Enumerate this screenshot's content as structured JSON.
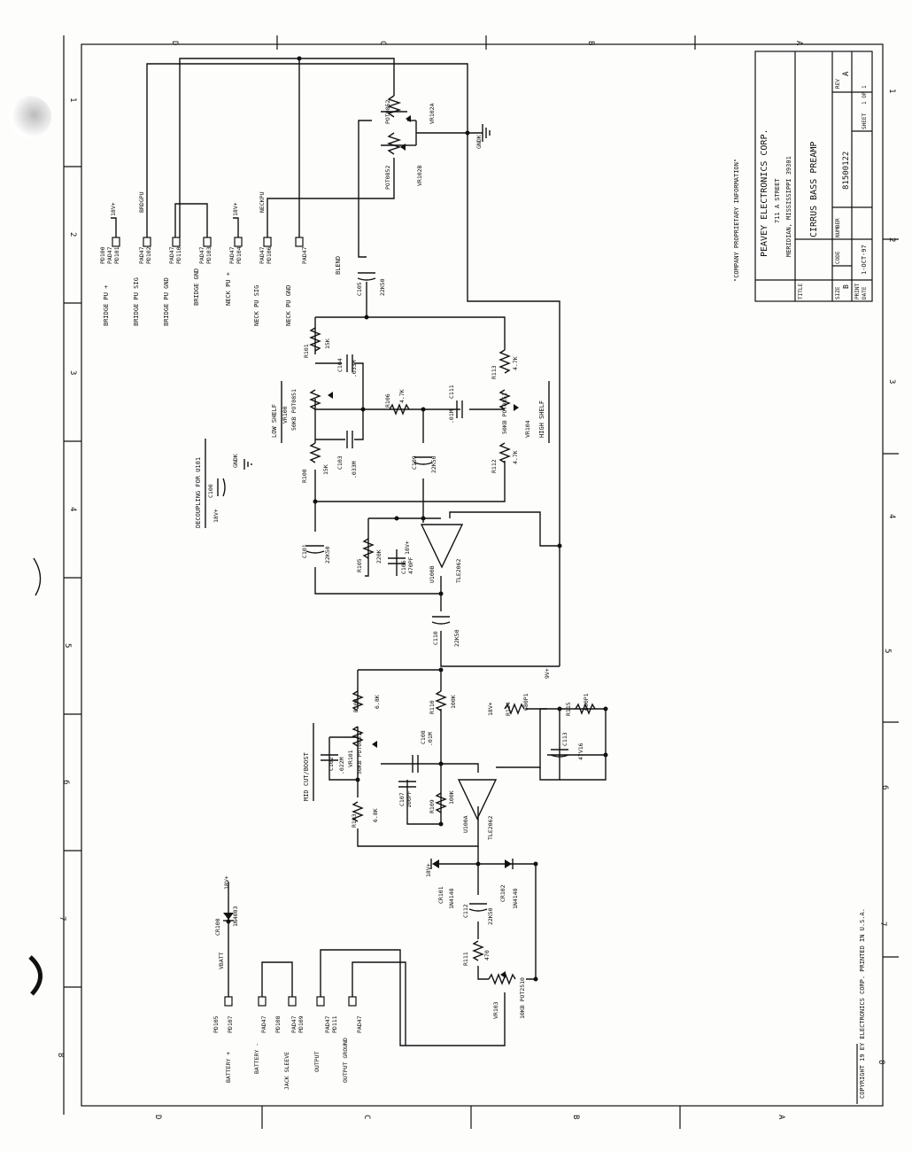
{
  "title_block": {
    "proprietary": "\"COMPANY PROPRIETARY INFORMATION\"",
    "company": "PEAVEY ELECTRONICS CORP.",
    "street": "711 A STREET",
    "city": "MERIDIAN, MISSISSIPPI 39301",
    "title_label": "TITLE",
    "title": "CIRRUS BASS PREAMP",
    "size_label": "SIZE",
    "size": "B",
    "code_label": "CODE",
    "number_label": "NUMBER",
    "number": "81500122",
    "rev_label": "REV",
    "rev": "A",
    "print_label": "PRINT",
    "date_label": "DATE",
    "date": "1-OCT-97",
    "sheet_label": "SHEET",
    "sheet": "1 OF 1",
    "copyright": "COPYRIGHT 19  EY ELECTRONICS CORP. PRINTED IN U.S.A."
  },
  "border": {
    "top_letters": [
      "D",
      "C",
      "B",
      "A"
    ],
    "left_numbers": [
      "1",
      "2",
      "3",
      "4",
      "5",
      "6",
      "7",
      "8"
    ]
  },
  "connectors": [
    {
      "id": "PD100",
      "type": "PAD47",
      "pin": "PD101",
      "net": "18V+",
      "label": "BRIDGE PU +"
    },
    {
      "id": "PAD47",
      "type": "PAD47",
      "pin": "PD102",
      "net": "BRDGPU",
      "label": "BRIDGE PU SIG"
    },
    {
      "id": "PAD47",
      "type": "PAD47",
      "pin": "PD110",
      "net": "",
      "label": "BRIDGE PU GND"
    },
    {
      "id": "PAD47",
      "type": "PAD47",
      "pin": "PD103",
      "net": "",
      "label": "BRIDGE GND"
    },
    {
      "id": "PAD47",
      "type": "PAD47",
      "pin": "PD104",
      "net": "18V+",
      "label": "NECK PU +"
    },
    {
      "id": "PAD47",
      "type": "PAD47",
      "pin": "PD106",
      "net": "NECKPU",
      "label": "NECK PU SIG"
    },
    {
      "id": "PAD47",
      "type": "PAD47",
      "pin": "",
      "net": "",
      "label": "NECK PU GND"
    }
  ],
  "bottom_connectors": [
    {
      "id": "PD105",
      "pin": "PD107",
      "net": "VBATT",
      "label": "BATTERY +"
    },
    {
      "id": "PAD47",
      "pin": "PD108",
      "net": "",
      "label": "BATTERY -"
    },
    {
      "id": "PAD47",
      "pin": "PD109",
      "net": "",
      "label": "JACK SLEEVE"
    },
    {
      "id": "PAD47",
      "pin": "PD111",
      "net": "",
      "label": "OUTPUT"
    },
    {
      "id": "PAD47",
      "pin": "",
      "net": "",
      "label": "OUTPUT GROUND"
    }
  ],
  "components": [
    {
      "ref": "VR102A",
      "value": "POT0852",
      "role": ""
    },
    {
      "ref": "VR102B",
      "value": "POT0852",
      "role": ""
    },
    {
      "ref": "C105",
      "value": "22K50"
    },
    {
      "ref": "R101",
      "value": "15K"
    },
    {
      "ref": "C104",
      "value": ".033M"
    },
    {
      "ref": "VR100",
      "value": "50KB POT0851"
    },
    {
      "ref": "R106",
      "value": "4.7K"
    },
    {
      "ref": "C111",
      "value": ".01M"
    },
    {
      "ref": "VR104",
      "value": "50KB POT0851"
    },
    {
      "ref": "R113",
      "value": "4.7K"
    },
    {
      "ref": "R112",
      "value": "4.7K"
    },
    {
      "ref": "C109",
      "value": "22K50"
    },
    {
      "ref": "R100",
      "value": "15K"
    },
    {
      "ref": "C103",
      "value": ".033M"
    },
    {
      "ref": "C100",
      "value": "",
      "role": "DECOUPLING FOR U101"
    },
    {
      "ref": "C101",
      "value": "22K50"
    },
    {
      "ref": "R105",
      "value": "220K"
    },
    {
      "ref": "C106",
      "value": "470PF"
    },
    {
      "ref": "U100B",
      "value": "TLE2062"
    },
    {
      "ref": "C110",
      "value": "22K50"
    },
    {
      "ref": "R104",
      "value": "6.8K"
    },
    {
      "ref": "R110",
      "value": "100K"
    },
    {
      "ref": "R114",
      "value": "680P1"
    },
    {
      "ref": "R115",
      "value": "680P1"
    },
    {
      "ref": "C113",
      "value": "47V16"
    },
    {
      "ref": "C102",
      "value": ".022M"
    },
    {
      "ref": "VR101",
      "value": "50KB POT0851"
    },
    {
      "ref": "C108",
      "value": ".01M"
    },
    {
      "ref": "C107",
      "value": "100PF"
    },
    {
      "ref": "R109",
      "value": "100K"
    },
    {
      "ref": "U100A",
      "value": "TLE2062"
    },
    {
      "ref": "R103",
      "value": "6.8K"
    },
    {
      "ref": "CR101",
      "value": "1N4148"
    },
    {
      "ref": "CR102",
      "value": "1N4148"
    },
    {
      "ref": "C112",
      "value": "22K50"
    },
    {
      "ref": "R111",
      "value": "470"
    },
    {
      "ref": "VR103",
      "value": "10KB POT2510"
    },
    {
      "ref": "CR100",
      "value": "1N4003"
    }
  ],
  "section_labels": {
    "blend": "BLEND",
    "low_shelf": "LOW SHELF",
    "high_shelf": "HIGH SHELF",
    "mid": "MID CUT/BOOST",
    "decoupling": "DECOUPLING FOR U101"
  },
  "nets": {
    "gnd": "GNDK",
    "v18": "18V+",
    "v9": "9V+",
    "v18b": "18V+"
  },
  "colors": {
    "ink": "#111111",
    "paper": "#fdfdfc",
    "hole": "#2a2a2a"
  }
}
